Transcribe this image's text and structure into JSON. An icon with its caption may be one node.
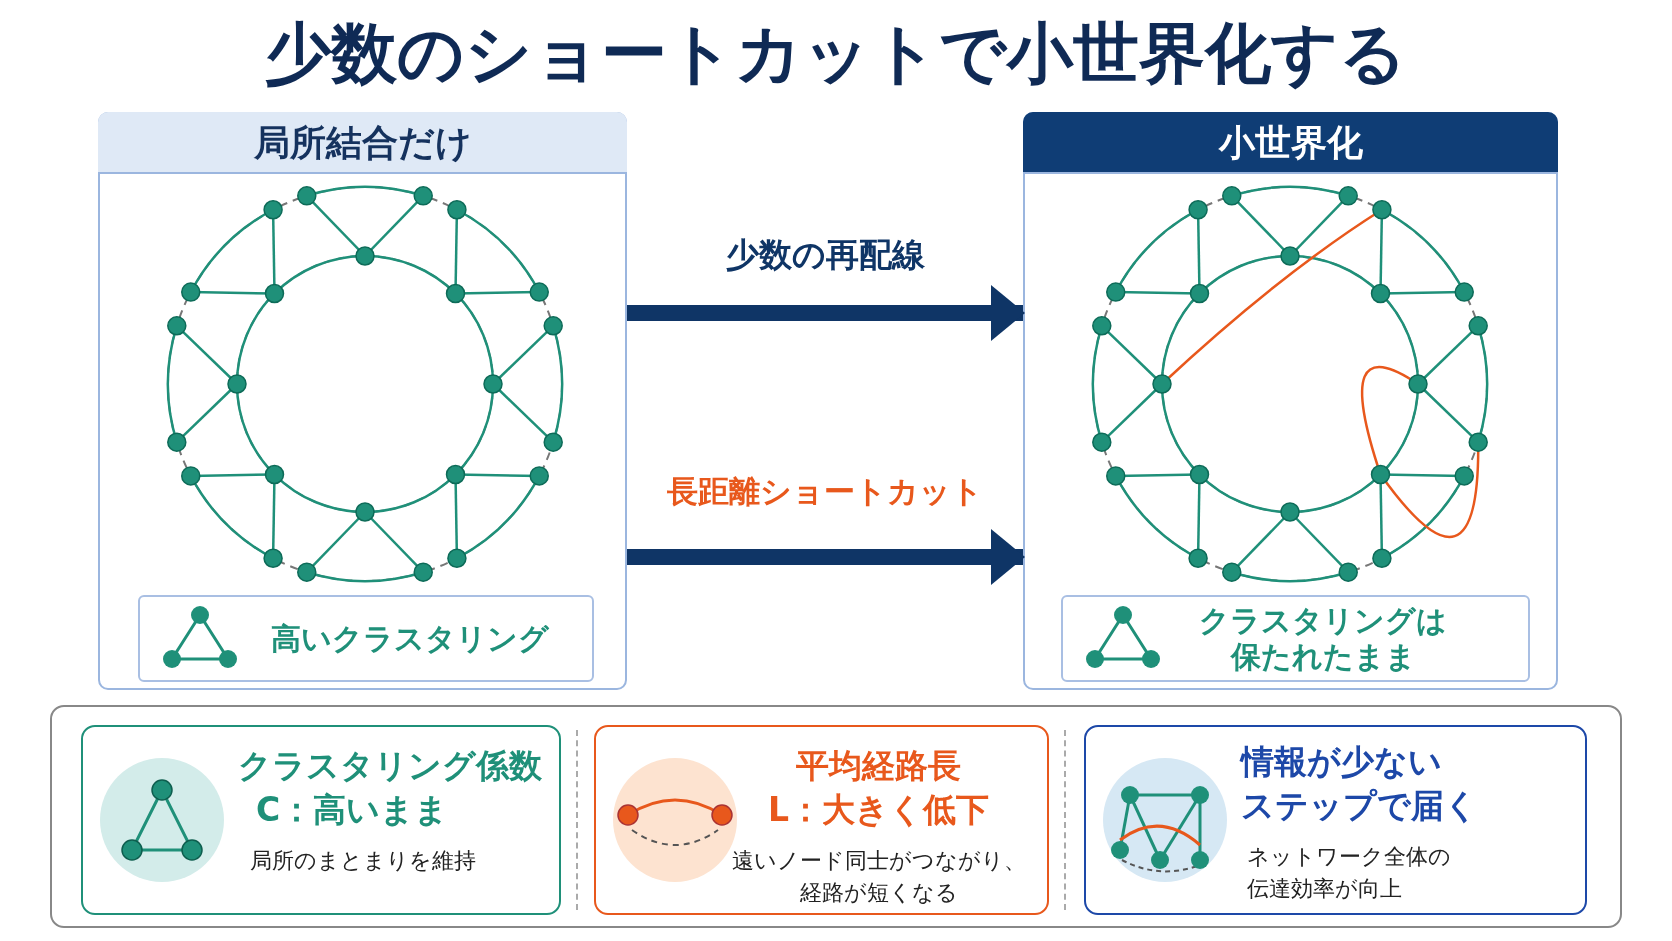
{
  "diagram": {
    "title": "少数のショートカットで小世界化する",
    "nodes": [
      {
        "text": [
          "局所結合だけ"
        ]
      },
      {
        "text": [
          "高いクラスタリング"
        ],
        "in": 0
      },
      {
        "text": [
          "小世界化"
        ]
      },
      {
        "text": [
          "クラスタリングは保たれたまま"
        ],
        "in": 2
      },
      {
        "text": [],
        "shape": "box"
      },
      {
        "text": [
          "クラスタリング係数",
          "C：高いまま",
          "局所のまとまりを維持"
        ],
        "in": 4
      },
      {
        "text": [
          "平均経路長",
          "L：大きく低下",
          "遠いノード同士がつながり、経路が短くなる"
        ],
        "in": 4
      },
      {
        "text": [
          "情報が少ない",
          "ステップで届く",
          "ネットワーク全体の伝達効率が向上"
        ],
        "in": 4
      }
    ],
    "edges": [
      {
        "from": 0,
        "to": 2,
        "arrow": "to",
        "label": "少数の再配線"
      },
      {
        "from": 0,
        "to": 2,
        "arrow": "to",
        "label": "長距離ショートカット"
      }
    ]
  }
}
